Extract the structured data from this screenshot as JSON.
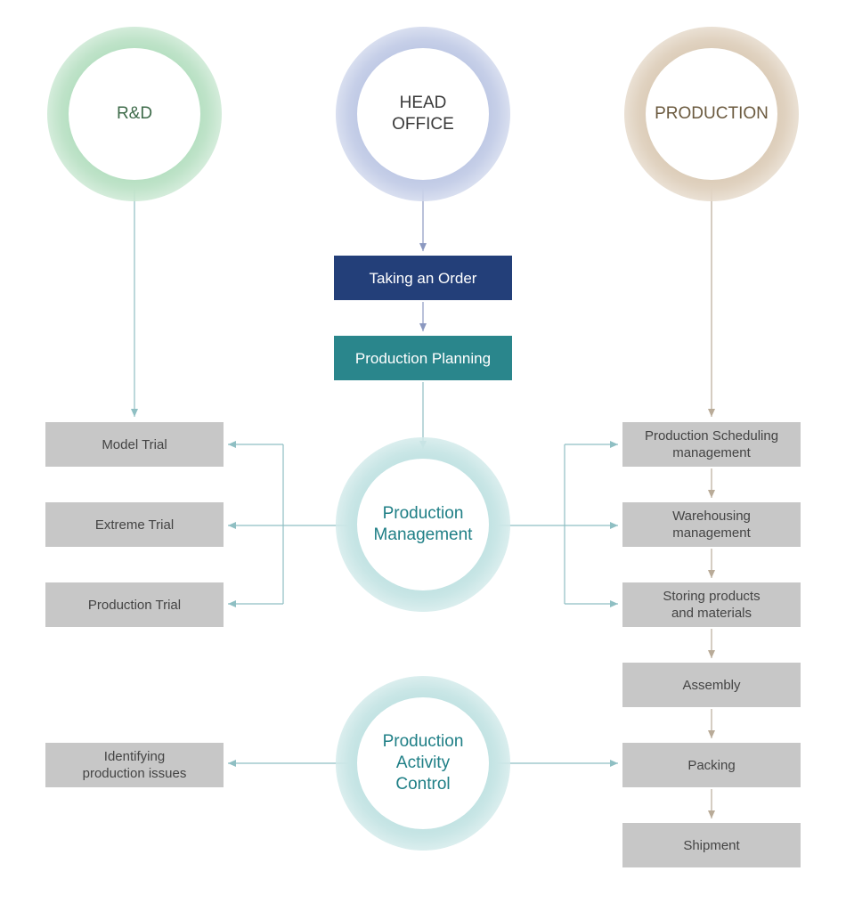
{
  "colors": {
    "rd_text": "#3e6b4a",
    "head_office_text": "#3a3a3a",
    "production_text": "#6b5a3f",
    "teal_text": "#1f7f86",
    "order_box": "#233f79",
    "planning_box": "#2a868c",
    "gray_box": "#c7c7c7",
    "line_teal": "#8fbfc3",
    "line_blue": "#8b98c0",
    "line_tan": "#b9ab98"
  },
  "circles": {
    "rd": "R&D",
    "head_office": "HEAD\nOFFICE",
    "production": "PRODUCTION",
    "production_management": "Production\nManagement",
    "production_activity_control": "Production\nActivity\nControl"
  },
  "center_flow": {
    "taking_order": "Taking an Order",
    "production_planning": "Production Planning"
  },
  "rd_trials": [
    "Model Trial",
    "Extreme Trial",
    "Production Trial"
  ],
  "issues_box": "Identifying\nproduction issues",
  "production_steps": [
    "Production Scheduling\nmanagement",
    "Warehousing\nmanagement",
    "Storing products\nand materials",
    "Assembly",
    "Packing",
    "Shipment"
  ]
}
